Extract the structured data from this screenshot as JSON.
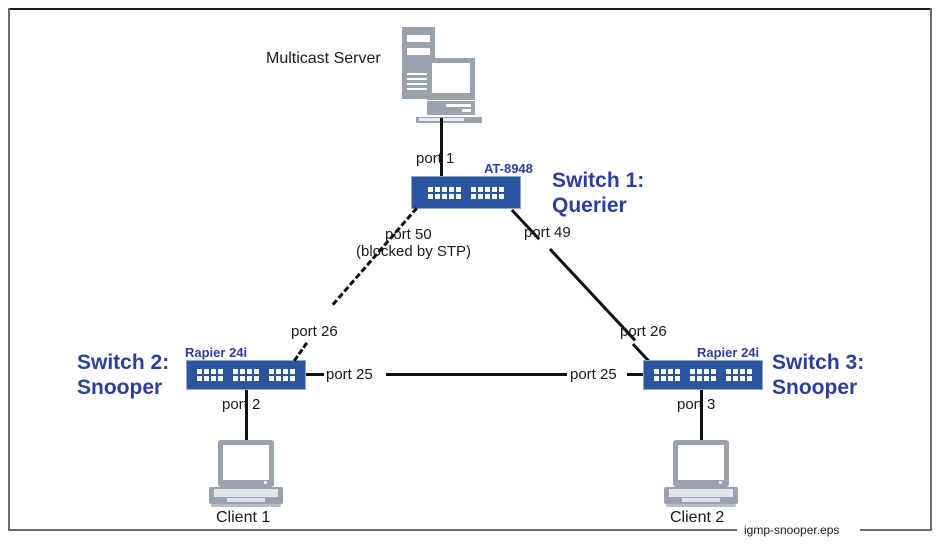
{
  "diagram": {
    "caption": "igmp-snooper.eps",
    "colors": {
      "switch_body": "#2c55a0",
      "heading_blue": "#2c3f9e",
      "device_gray": "#9aa3ad",
      "link_black": "#111111",
      "frame_gray": "#6e6e6e"
    },
    "nodes": {
      "server": {
        "label": "Multicast Server",
        "icon": "server-tower-monitor-icon"
      },
      "switch1": {
        "model": "AT-8948",
        "title_line1": "Switch 1:",
        "title_line2": "Querier",
        "icon": "switch-chassis-icon"
      },
      "switch2": {
        "model": "Rapier 24i",
        "title_line1": "Switch 2:",
        "title_line2": "Snooper",
        "icon": "switch-chassis-icon"
      },
      "switch3": {
        "model": "Rapier 24i",
        "title_line1": "Switch 3:",
        "title_line2": "Snooper",
        "icon": "switch-chassis-icon"
      },
      "client1": {
        "label": "Client 1",
        "icon": "laptop-icon"
      },
      "client2": {
        "label": "Client 2",
        "icon": "laptop-icon"
      }
    },
    "port_labels": {
      "server_to_sw1": "port 1",
      "sw1_to_sw2_line1": "port 50",
      "sw1_to_sw2_line2": "(blocked by STP)",
      "sw1_to_sw3": "port 49",
      "sw2_uplink": "port 26",
      "sw3_uplink": "port 26",
      "sw2_crosslink": "port 25",
      "sw3_crosslink": "port 25",
      "sw2_to_client1": "port 2",
      "sw3_to_client2": "port 3"
    }
  }
}
